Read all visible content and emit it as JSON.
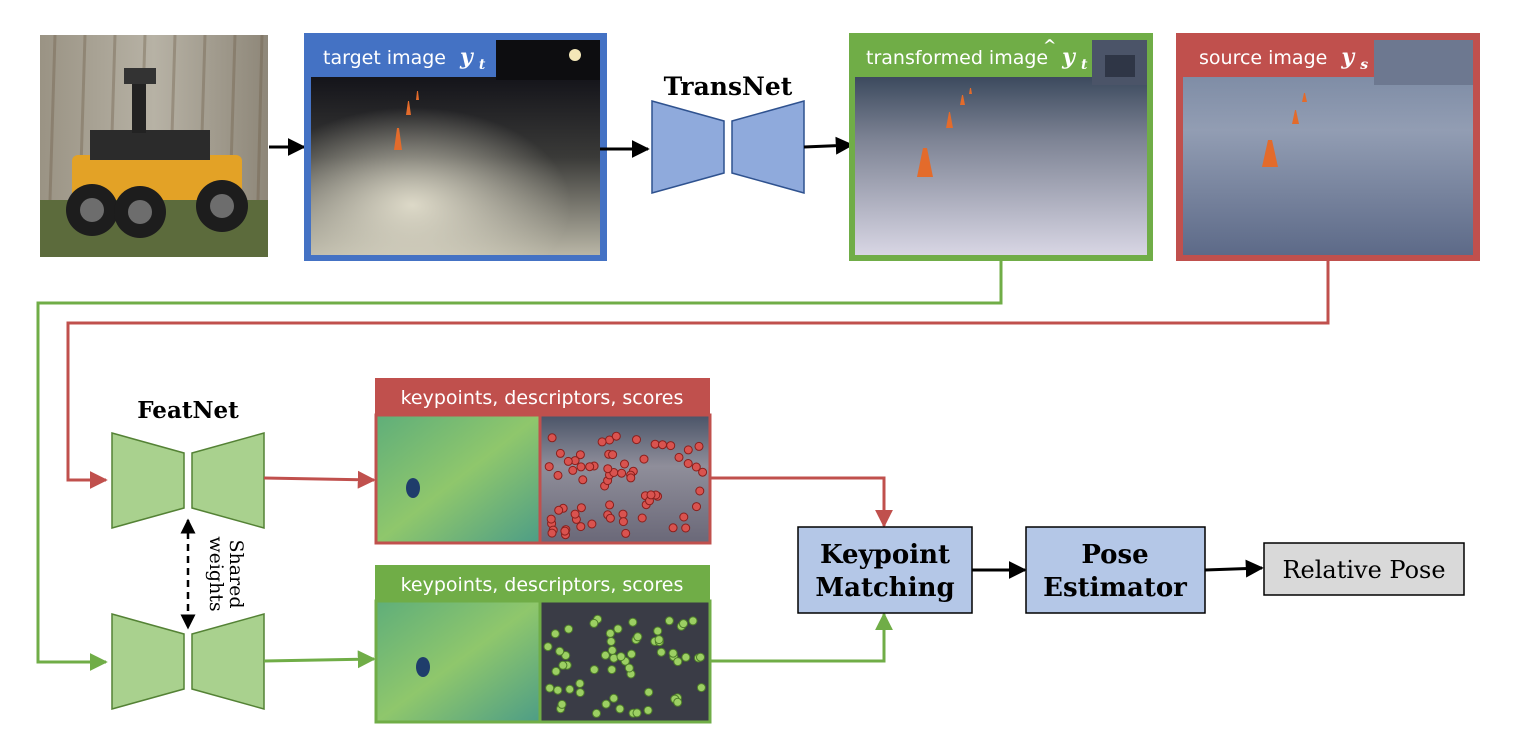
{
  "labels": {
    "target_image": {
      "text": "target image",
      "symbol": "y",
      "sub": "t",
      "accent": ""
    },
    "transformed_image": {
      "text": "transformed image",
      "symbol": "y",
      "sub": "t",
      "accent": "^"
    },
    "source_image": {
      "text": "source image",
      "symbol": "y",
      "sub": "s",
      "accent": ""
    },
    "transnet": "TransNet",
    "featnet": "FeatNet",
    "shared_weights_1": "Shared",
    "shared_weights_2": "weights",
    "kds_top": "keypoints, descriptors, scores",
    "kds_bottom": "keypoints, descriptors, scores",
    "keypoint_matching_1": "Keypoint",
    "keypoint_matching_2": "Matching",
    "pose_estimator_1": "Pose",
    "pose_estimator_2": "Estimator",
    "relative_pose": "Relative Pose"
  },
  "colors": {
    "blue": "#4472c4",
    "green": "#70ad47",
    "red": "#c0504d",
    "network_blue": "#8faadc",
    "network_green": "#a9d18e",
    "box_blue": "#b4c7e7",
    "box_gray": "#d9d9d9",
    "arrow_black": "#000000"
  }
}
